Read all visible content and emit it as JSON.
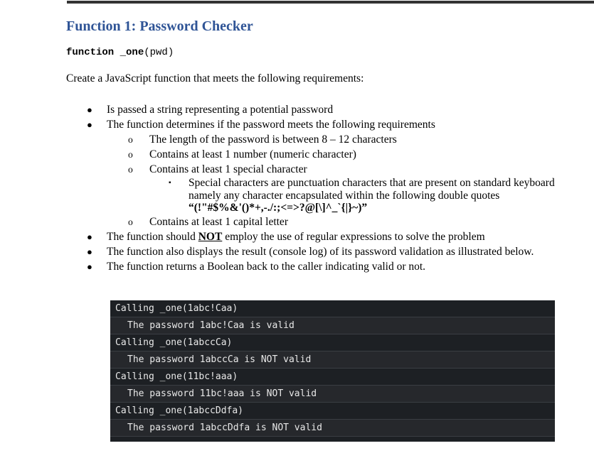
{
  "doc": {
    "title": "Function 1: Password Checker",
    "signature_bold": "function _one",
    "signature_args": "(pwd)",
    "intro": "Create a JavaScript function that meets the following requirements:"
  },
  "req": {
    "bullet_glyph": "●",
    "circle_glyph": "o",
    "square_glyph": "▪",
    "l1_items": [
      "Is passed a string representing a potential password",
      "The function determines if the password meets the following requirements"
    ],
    "l2_items": [
      "The length of the password is between 8 – 12 characters",
      "Contains at least 1 number (numeric character)",
      "Contains at least 1 special character"
    ],
    "l3_line1": "Special characters are punctuation characters that are present on standard keyboard",
    "l3_line2": "namely any character encapsulated within the following double quotes",
    "l3_quote": "“(!\"#$%&'()*+,-./:;<=>?@[\\]^_`{|}~)”",
    "l2_last": "Contains at least 1 capital letter",
    "not_pre": "The function should ",
    "not_word": "NOT",
    "not_post": " employ the use of regular expressions to solve the problem",
    "l1_item_displays": "The function also displays the result (console log) of its password validation as illustrated below.",
    "l1_item_returns": "The function returns a Boolean back to the caller indicating valid or not."
  },
  "console": {
    "rows": [
      {
        "kind": "call",
        "text": "Calling _one(1abc!Caa)"
      },
      {
        "kind": "result",
        "text": "The password 1abc!Caa is valid"
      },
      {
        "kind": "call",
        "text": "Calling _one(1abccCa)"
      },
      {
        "kind": "result",
        "text": "The password 1abccCa is NOT valid"
      },
      {
        "kind": "call",
        "text": "Calling _one(11bc!aaa)"
      },
      {
        "kind": "result",
        "text": "The password 11bc!aaa is NOT valid"
      },
      {
        "kind": "call",
        "text": "Calling _one(1abccDdfa)"
      },
      {
        "kind": "result",
        "text": "The password 1abccDdfa is NOT valid"
      }
    ]
  },
  "colors": {
    "heading_blue": "#2F5496",
    "top_rule": "#333333",
    "console_call_bg": "#1d2024",
    "console_result_bg": "#26282c",
    "console_separator": "#3a3e43",
    "console_text": "#e8e8e8"
  }
}
